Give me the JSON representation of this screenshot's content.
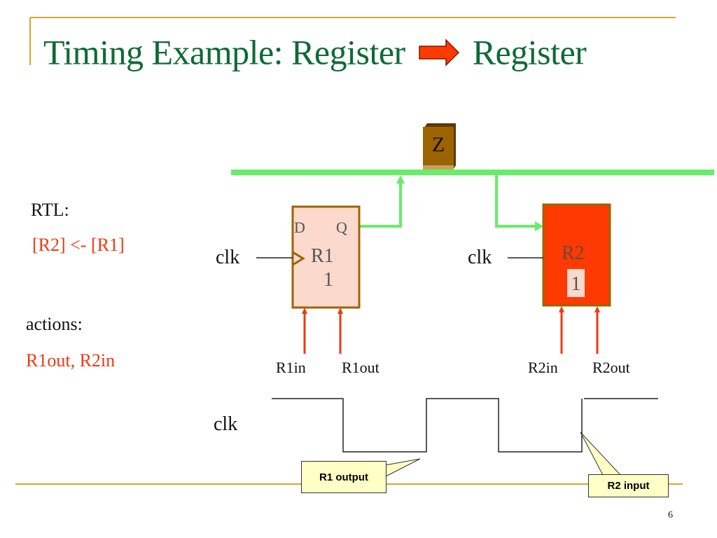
{
  "slide": {
    "title_part1": "Timing Example: Register",
    "title_arrow_icon": "right-arrow-icon",
    "title_part2": "Register",
    "page_number": "6"
  },
  "left_panel": {
    "rtl_label": "RTL:",
    "rtl_expression": "[R2] <- [R1]",
    "actions_label": "actions:",
    "actions_value": "R1out, R2in"
  },
  "circuit": {
    "bus_register": "Z",
    "r1": {
      "name": "R1",
      "value": "1",
      "d_label": "D",
      "q_label": "Q",
      "clk_label": "clk",
      "in_label": "R1in",
      "out_label": "R1out"
    },
    "r2": {
      "name": "R2",
      "value": "1",
      "clk_label": "clk",
      "in_label": "R2in",
      "out_label": "R2out"
    }
  },
  "timing": {
    "signal_label": "clk",
    "callouts": [
      "R1 output",
      "R2 input"
    ]
  },
  "colors": {
    "title": "#0e6a36",
    "accent_red": "#ee3a12",
    "bus_green": "#66ee66",
    "rule_gold": "#d9a52a",
    "z_brown": "#9c6400",
    "r1_fill": "#fbd9cc",
    "r2_fill": "#ff3a00"
  }
}
